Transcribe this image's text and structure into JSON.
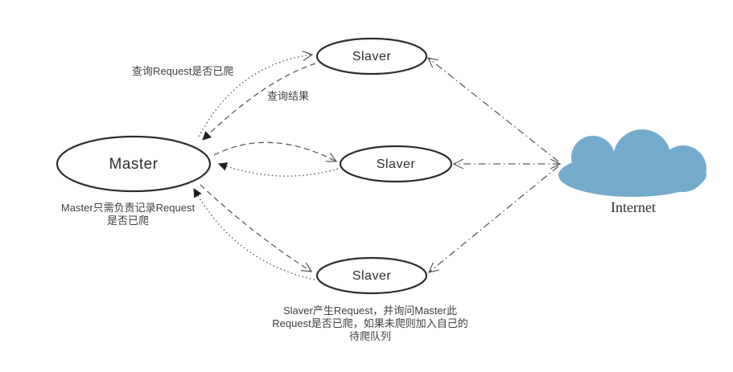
{
  "diagram": {
    "title": "Master-Slaver distributed crawler architecture",
    "nodes": {
      "master": {
        "label": "Master"
      },
      "slaver_top": {
        "label": "Slaver"
      },
      "slaver_middle": {
        "label": "Slaver"
      },
      "slaver_bottom": {
        "label": "Slaver"
      },
      "internet": {
        "label": "Internet"
      }
    },
    "annotations": {
      "query_request": "查询Request是否已爬",
      "query_result": "查询结果",
      "master_note": "Master只需负责记录Request\n是否已爬",
      "slaver_note": "Slaver产生Request，并询问Master此\nRequest是否已爬，如果未爬则加入自己的\n待爬队列"
    },
    "colors": {
      "cloud": "#74ABCD",
      "node_stroke": "#2E2E2E",
      "connector": "#5C5C5C",
      "text": "#3F3F3F"
    }
  }
}
